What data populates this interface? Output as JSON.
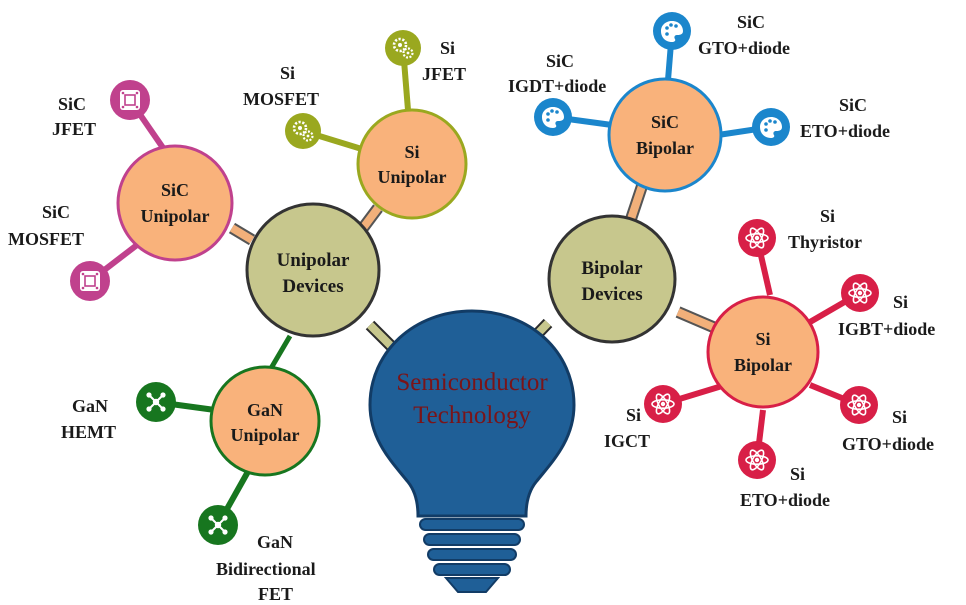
{
  "colors": {
    "bulb": "#1f5f97",
    "bulb_base": "#123c66",
    "hub_fill": "#c7c78d",
    "mid_fill": "#f9b27b",
    "connector": "#f2b07a",
    "sic_unipolar": "#c0418d",
    "si_unipolar": "#9aa81f",
    "gan_unipolar": "#17761f",
    "sic_bipolar": "#1b86cc",
    "si_bipolar": "#d81f47",
    "core_text": "#7a1418"
  },
  "center": {
    "line1": "Semiconductor",
    "line2": "Technology"
  },
  "hubs": {
    "unipolar": {
      "line1": "Unipolar",
      "line2": "Devices"
    },
    "bipolar": {
      "line1": "Bipolar",
      "line2": "Devices"
    }
  },
  "groups": {
    "sic_unipolar": {
      "line1": "SiC",
      "line2": "Unipolar"
    },
    "si_unipolar": {
      "line1": "Si",
      "line2": "Unipolar"
    },
    "gan_unipolar": {
      "line1": "GaN",
      "line2": "Unipolar"
    },
    "sic_bipolar": {
      "line1": "SiC",
      "line2": "Bipolar"
    },
    "si_bipolar": {
      "line1": "Si",
      "line2": "Bipolar"
    }
  },
  "devices": {
    "sic_jfet": {
      "icon": "chip-icon",
      "lines": [
        "SiC",
        "JFET"
      ]
    },
    "sic_mosfet": {
      "icon": "chip-icon",
      "lines": [
        "SiC",
        "MOSFET"
      ]
    },
    "si_mosfet": {
      "icon": "gears-icon",
      "lines": [
        "Si",
        "MOSFET"
      ]
    },
    "si_jfet": {
      "icon": "gears-icon",
      "lines": [
        "Si",
        "JFET"
      ]
    },
    "gan_hemt": {
      "icon": "network-icon",
      "lines": [
        "GaN",
        "HEMT"
      ]
    },
    "gan_bidirectional_fet": {
      "icon": "network-icon",
      "lines": [
        "GaN",
        "Bidirectional",
        "FET"
      ]
    },
    "sic_igdt_diode": {
      "icon": "palette-icon",
      "lines": [
        "SiC",
        "IGDT+diode"
      ]
    },
    "sic_gto_diode": {
      "icon": "palette-icon",
      "lines": [
        "SiC",
        "GTO+diode"
      ]
    },
    "sic_eto_diode": {
      "icon": "palette-icon",
      "lines": [
        "SiC",
        "ETO+diode"
      ]
    },
    "si_thyristor": {
      "icon": "atom-icon",
      "lines": [
        "Si",
        "Thyristor"
      ]
    },
    "si_igbt_diode": {
      "icon": "atom-icon",
      "lines": [
        "Si",
        "IGBT+diode"
      ]
    },
    "si_gto_diode": {
      "icon": "atom-icon",
      "lines": [
        "Si",
        "GTO+diode"
      ]
    },
    "si_eto_diode": {
      "icon": "atom-icon",
      "lines": [
        "Si",
        "ETO+diode"
      ]
    },
    "si_igct": {
      "icon": "atom-icon",
      "lines": [
        "Si",
        "IGCT"
      ]
    }
  }
}
